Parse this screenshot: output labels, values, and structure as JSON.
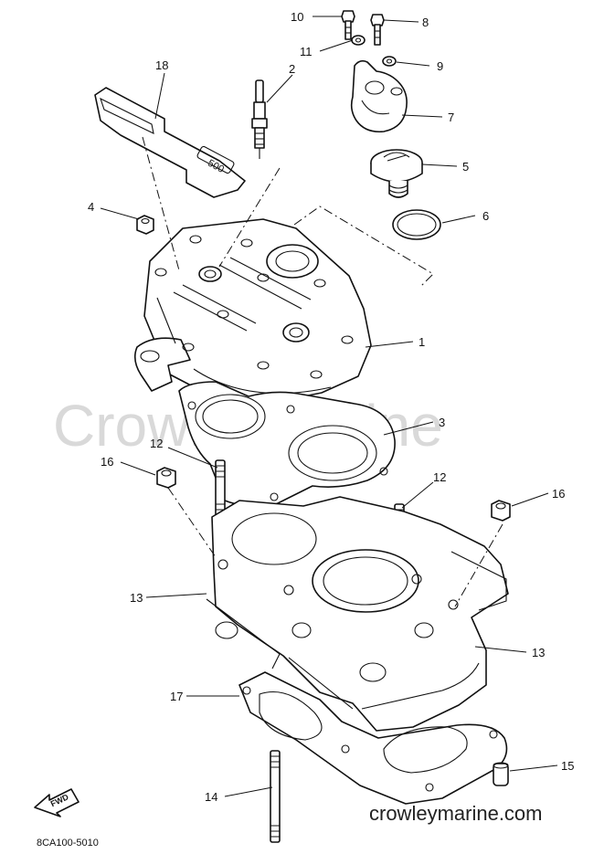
{
  "watermark": "CrowleyMarine",
  "site_label": "crowleymarine.com",
  "diagram_code": "8CA100-5010",
  "fwd_label": "FWD",
  "cover_badge": "500",
  "callouts": [
    "10",
    "8",
    "11",
    "9",
    "18",
    "2",
    "7",
    "5",
    "4",
    "6",
    "1",
    "3",
    "12",
    "16",
    "12",
    "16",
    "13",
    "13",
    "17",
    "15",
    "14"
  ]
}
